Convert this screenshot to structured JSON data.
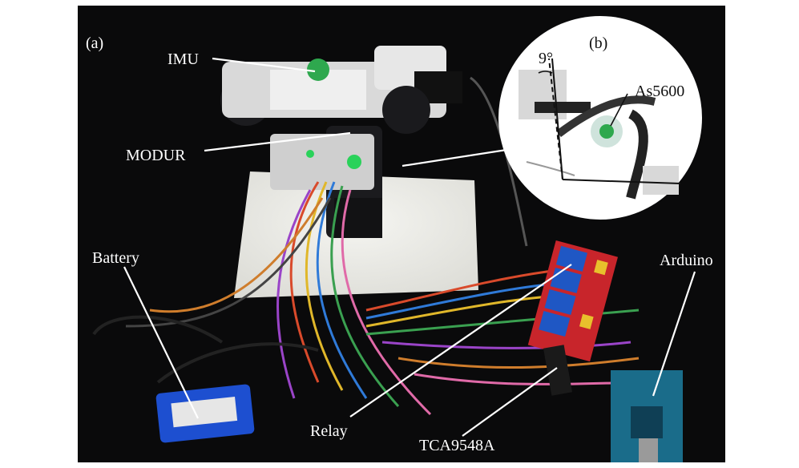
{
  "panel_a_label": "(a)",
  "panel_b_label": "(b)",
  "labels": {
    "imu": "IMU",
    "modur": "MODUR",
    "battery": "Battery",
    "relay": "Relay",
    "tca": "TCA9548A",
    "arduino": "Arduino",
    "as5600": "As5600",
    "angle": "9°"
  },
  "colors": {
    "background": "#0a0a0b",
    "board": "#eeeeea",
    "battery": "#1d4fd0",
    "relay_board": "#c8252b",
    "relay_blocks": "#1f57c4",
    "arduino": "#1a6c8a",
    "annotation_line": "#ffffff"
  }
}
